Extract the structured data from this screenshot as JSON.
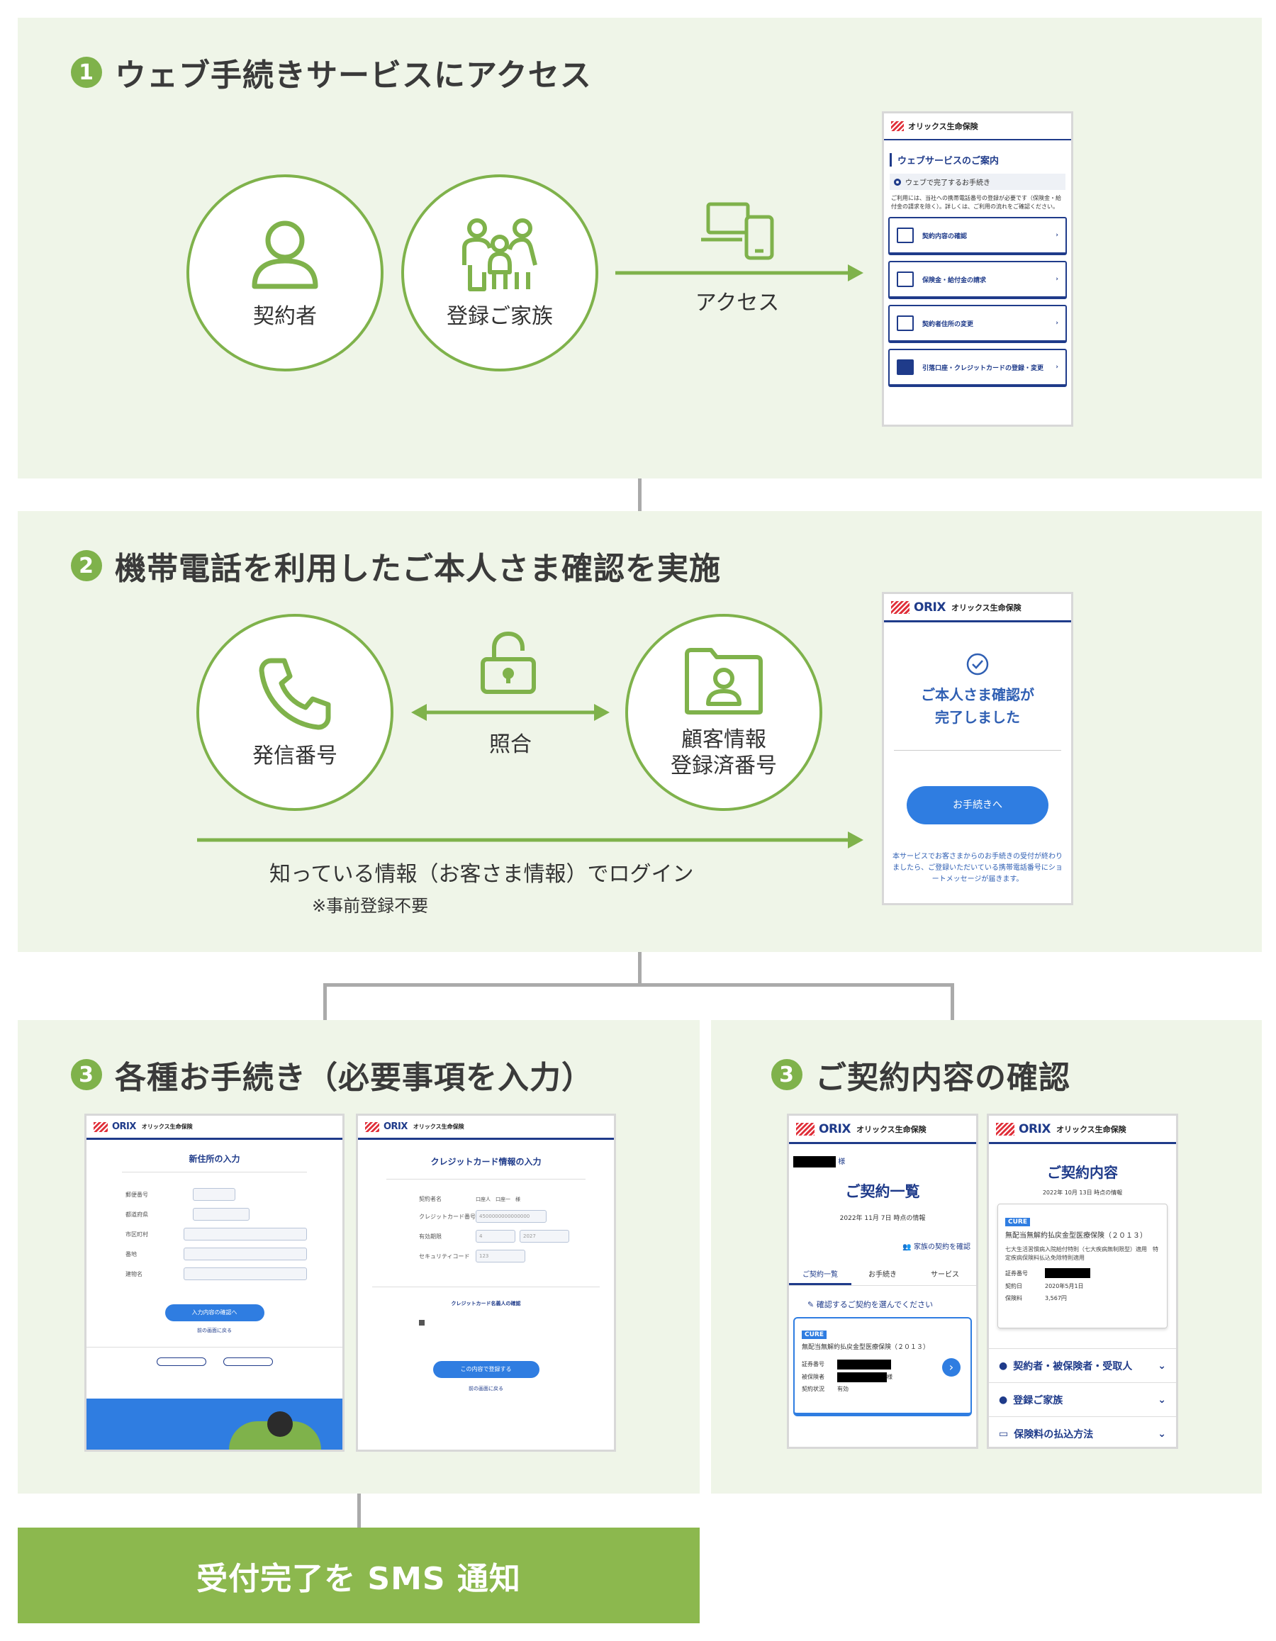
{
  "step1": {
    "badge": "1",
    "title": "ウェブ手続きサービスにアクセス",
    "circle1_label": "契約者",
    "circle2_label": "登録ご家族",
    "arrow_label": "アクセス",
    "phone": {
      "company": "オリックス生命保険",
      "section_title": "ウェブサービスのご案内",
      "tab_label": "ウェブで完了するお手続き",
      "note": "ご利用には、当社への携帯電話番号の登録が必要です（保険金・給付金の請求を除く）。詳しくは、ご利用の流れをご確認ください。",
      "menu": [
        "契約内容の確認",
        "保険金・給付金の請求",
        "契約者住所の変更",
        "引落口座・クレジットカードの登録・変更"
      ]
    }
  },
  "step2": {
    "badge": "2",
    "title": "機帯電話を利用したご本人さま確認を実施",
    "circle1_label": "発信番号",
    "circle2_label_line1": "顧客情報",
    "circle2_label_line2": "登録済番号",
    "match_label": "照合",
    "login_label": "知っている情報（お客さま情報）でログイン",
    "login_note": "※事前登録不要",
    "phone": {
      "logo": "ORIX",
      "company": "オリックス生命保険",
      "confirm_line1": "ご本人さま確認が",
      "confirm_line2": "完了しました",
      "button": "お手続きへ",
      "footer": "本サービスでお客さまからのお手続きの受付が終わりましたら、ご登録いただいている携帯電話番号にショートメッセージが届きます。"
    }
  },
  "step3a": {
    "badge": "3",
    "title": "各種お手続き（必要事項を入力）",
    "screen1": {
      "logo": "ORIX",
      "company": "オリックス生命保険",
      "heading": "新住所の入力",
      "fields": [
        "郵便番号",
        "都道府県",
        "市区町村",
        "番地",
        "建物名"
      ],
      "button": "入力内容の確認へ",
      "back": "前の画面に戻る"
    },
    "screen2": {
      "logo": "ORIX",
      "company": "オリックス生命保険",
      "heading": "クレジットカード情報の入力",
      "fields": [
        "契約者名",
        "クレジットカード番号",
        "有効期限",
        "セキュリティコード"
      ],
      "card_name_value": "口座人　口座一　様",
      "card_number_value": "4500000000000000",
      "expiry_month": "4",
      "expiry_year": "2027",
      "security_value": "123",
      "sub_heading": "クレジットカード名義人の確認",
      "button": "この内容で登録する",
      "back": "前の画面に戻る"
    }
  },
  "step3b": {
    "badge": "3",
    "title": "ご契約内容の確認",
    "screen1": {
      "logo": "ORIX",
      "company": "オリックス生命保険",
      "suffix": "様",
      "heading": "ご契約一覧",
      "date": "2022年 11月 7日 時点の情報",
      "family_link": "家族の契約を確認",
      "tabs": [
        "ご契約一覧",
        "お手続き",
        "サービス"
      ],
      "prompt": "確認するご契約を選んでください",
      "brand": "CURE",
      "product": "無配当無解約払戻金型医療保険（２０１３）",
      "row_labels": [
        "証券番号",
        "被保険者",
        "契約状況"
      ],
      "status_value": "有効",
      "insured_suffix": "様"
    },
    "screen2": {
      "logo": "ORIX",
      "company": "オリックス生命保険",
      "heading": "ご契約内容",
      "date": "2022年 10月 13日 時点の情報",
      "brand": "CURE",
      "product": "無配当無解約払戻金型医療保険（２０１３）",
      "rider": "七大生活習慣病入院給付特則（七大疾病無制限型）適用　特定疾病保険料払込免除特則適用",
      "row_labels": [
        "証券番号",
        "契約日",
        "保険料"
      ],
      "contract_date": "2020年5月1日",
      "premium": "3,567円",
      "accordion": [
        "契約者・被保険者・受取人",
        "登録ご家族",
        "保険料の払込方法"
      ]
    }
  },
  "final": {
    "label": "受付完了を SMS 通知"
  },
  "colors": {
    "green": "#7fb24b",
    "panel": "#eff5e8",
    "sms": "#8cb84e",
    "navy": "#1f3b8a",
    "button_blue": "#2f7de1"
  }
}
